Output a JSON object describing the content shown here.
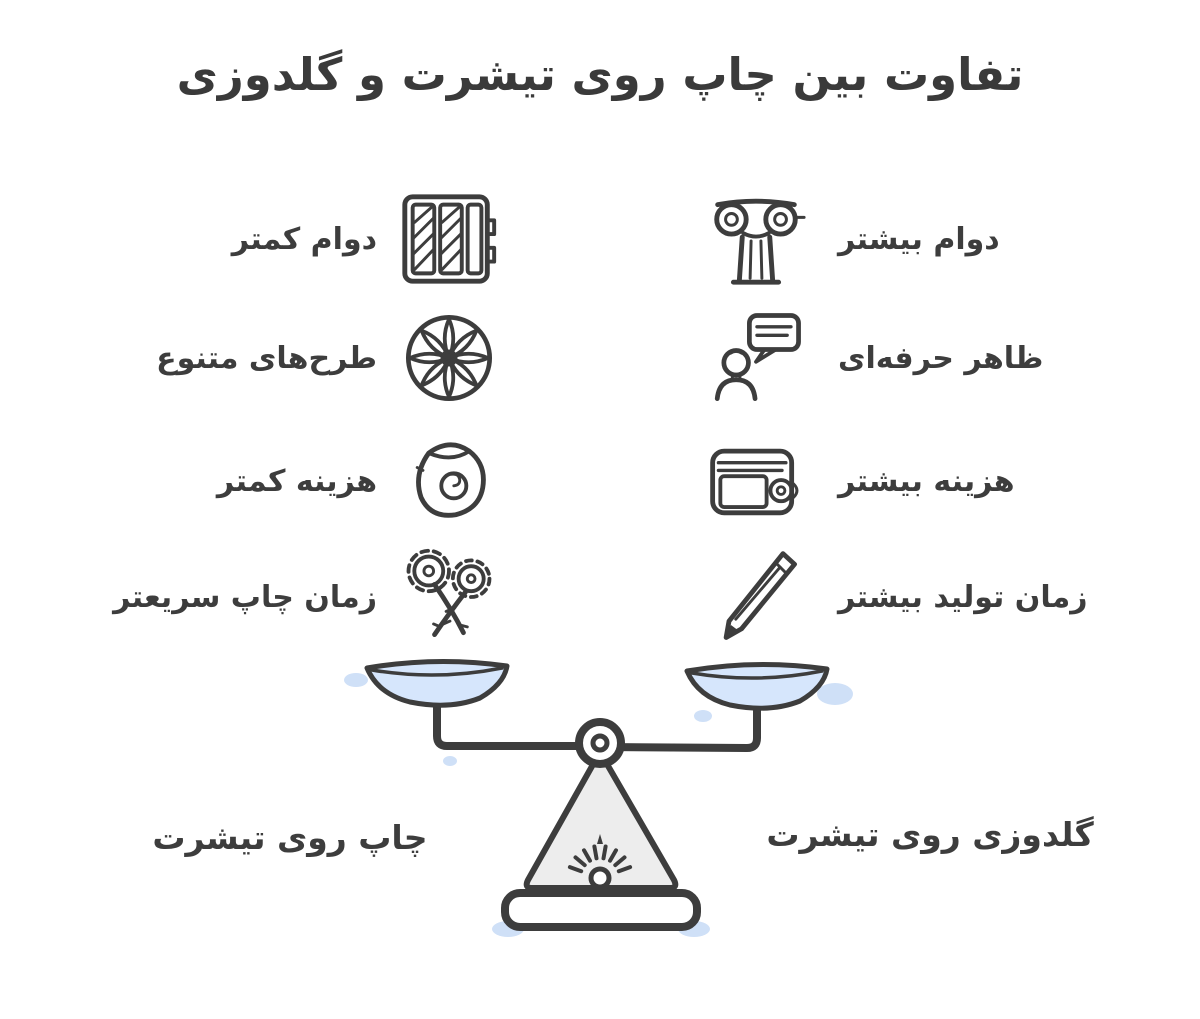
{
  "title": "تفاوت بین چاپ روی تیشرت و گلدوزی",
  "colors": {
    "ink": "#3d3d3d",
    "pan_fill": "#d6e6fc",
    "stand_fill": "#ededed",
    "shadow_blue": "#cfe0f7",
    "background": "#ffffff"
  },
  "left_column": {
    "bottom_label": "چاپ روی تیشرت",
    "items": [
      {
        "label": "دوام کمتر",
        "icon": "fabric-swatch-icon"
      },
      {
        "label": "طرح‌های متنوع",
        "icon": "pattern-wheel-icon"
      },
      {
        "label": "هزینه کمتر",
        "icon": "money-pouch-icon"
      },
      {
        "label": "زمان چاپ سریعتر",
        "icon": "crossed-flowers-icon"
      }
    ]
  },
  "right_column": {
    "bottom_label": "گلدوزی روی تیشرت",
    "items": [
      {
        "label": "دوام بیشتر",
        "icon": "column-icon"
      },
      {
        "label": "ظاهر حرفه‌ای",
        "icon": "person-speech-icon"
      },
      {
        "label": "هزینه بیشتر",
        "icon": "wallet-icon"
      },
      {
        "label": "زمان تولید بیشتر",
        "icon": "needle-icon"
      }
    ]
  }
}
